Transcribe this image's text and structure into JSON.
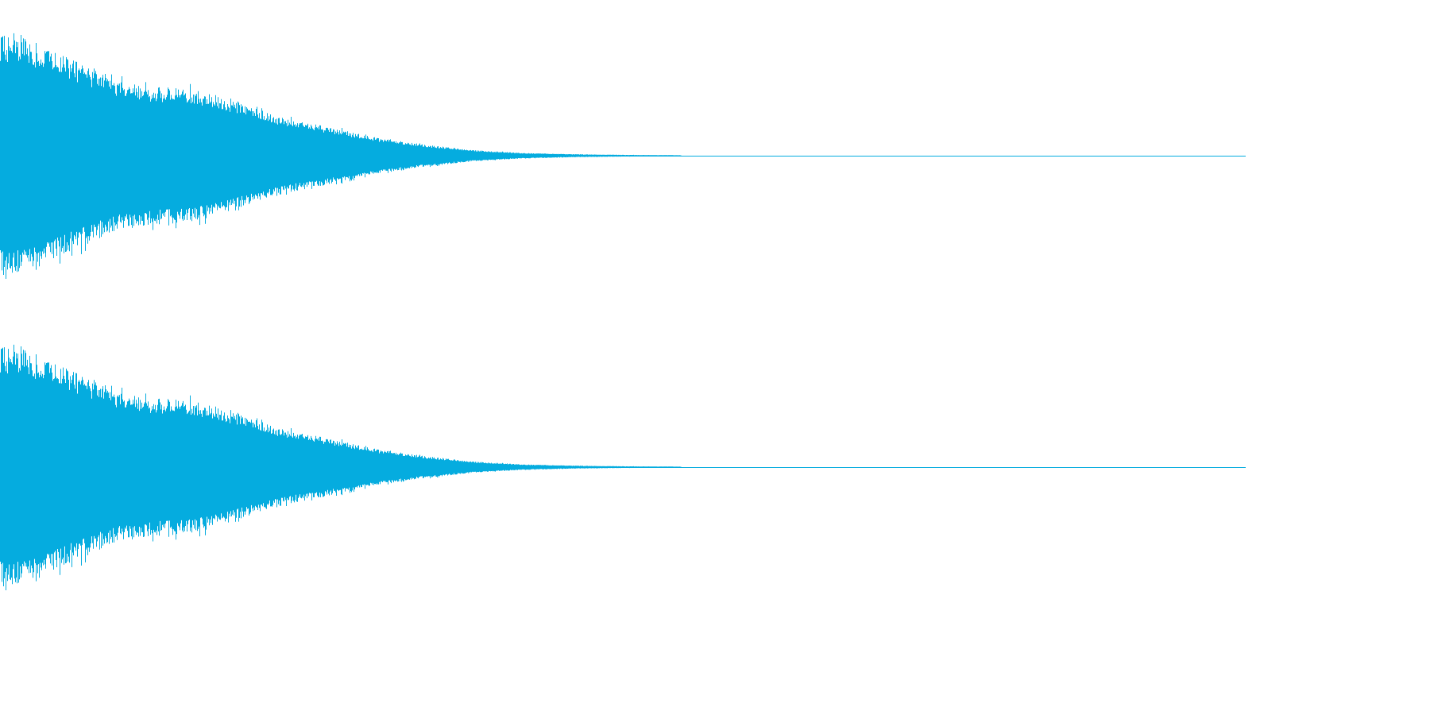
{
  "waveform": {
    "color": "#05acdf",
    "background": "#ffffff",
    "channels": [
      {
        "id": "left"
      },
      {
        "id": "right"
      }
    ],
    "envelope": {
      "description_points": [
        [
          0.0,
          0.98
        ],
        [
          0.02,
          0.95
        ],
        [
          0.055,
          0.8
        ],
        [
          0.09,
          0.62
        ],
        [
          0.12,
          0.56
        ],
        [
          0.15,
          0.55
        ],
        [
          0.17,
          0.5
        ],
        [
          0.2,
          0.4
        ],
        [
          0.23,
          0.3
        ],
        [
          0.27,
          0.22
        ],
        [
          0.3,
          0.15
        ],
        [
          0.34,
          0.09
        ],
        [
          0.38,
          0.045
        ],
        [
          0.42,
          0.022
        ],
        [
          0.46,
          0.012
        ],
        [
          0.5,
          0.007
        ],
        [
          0.546,
          0.004
        ],
        [
          0.547,
          0.0
        ],
        [
          1.0,
          0.0
        ]
      ]
    }
  }
}
